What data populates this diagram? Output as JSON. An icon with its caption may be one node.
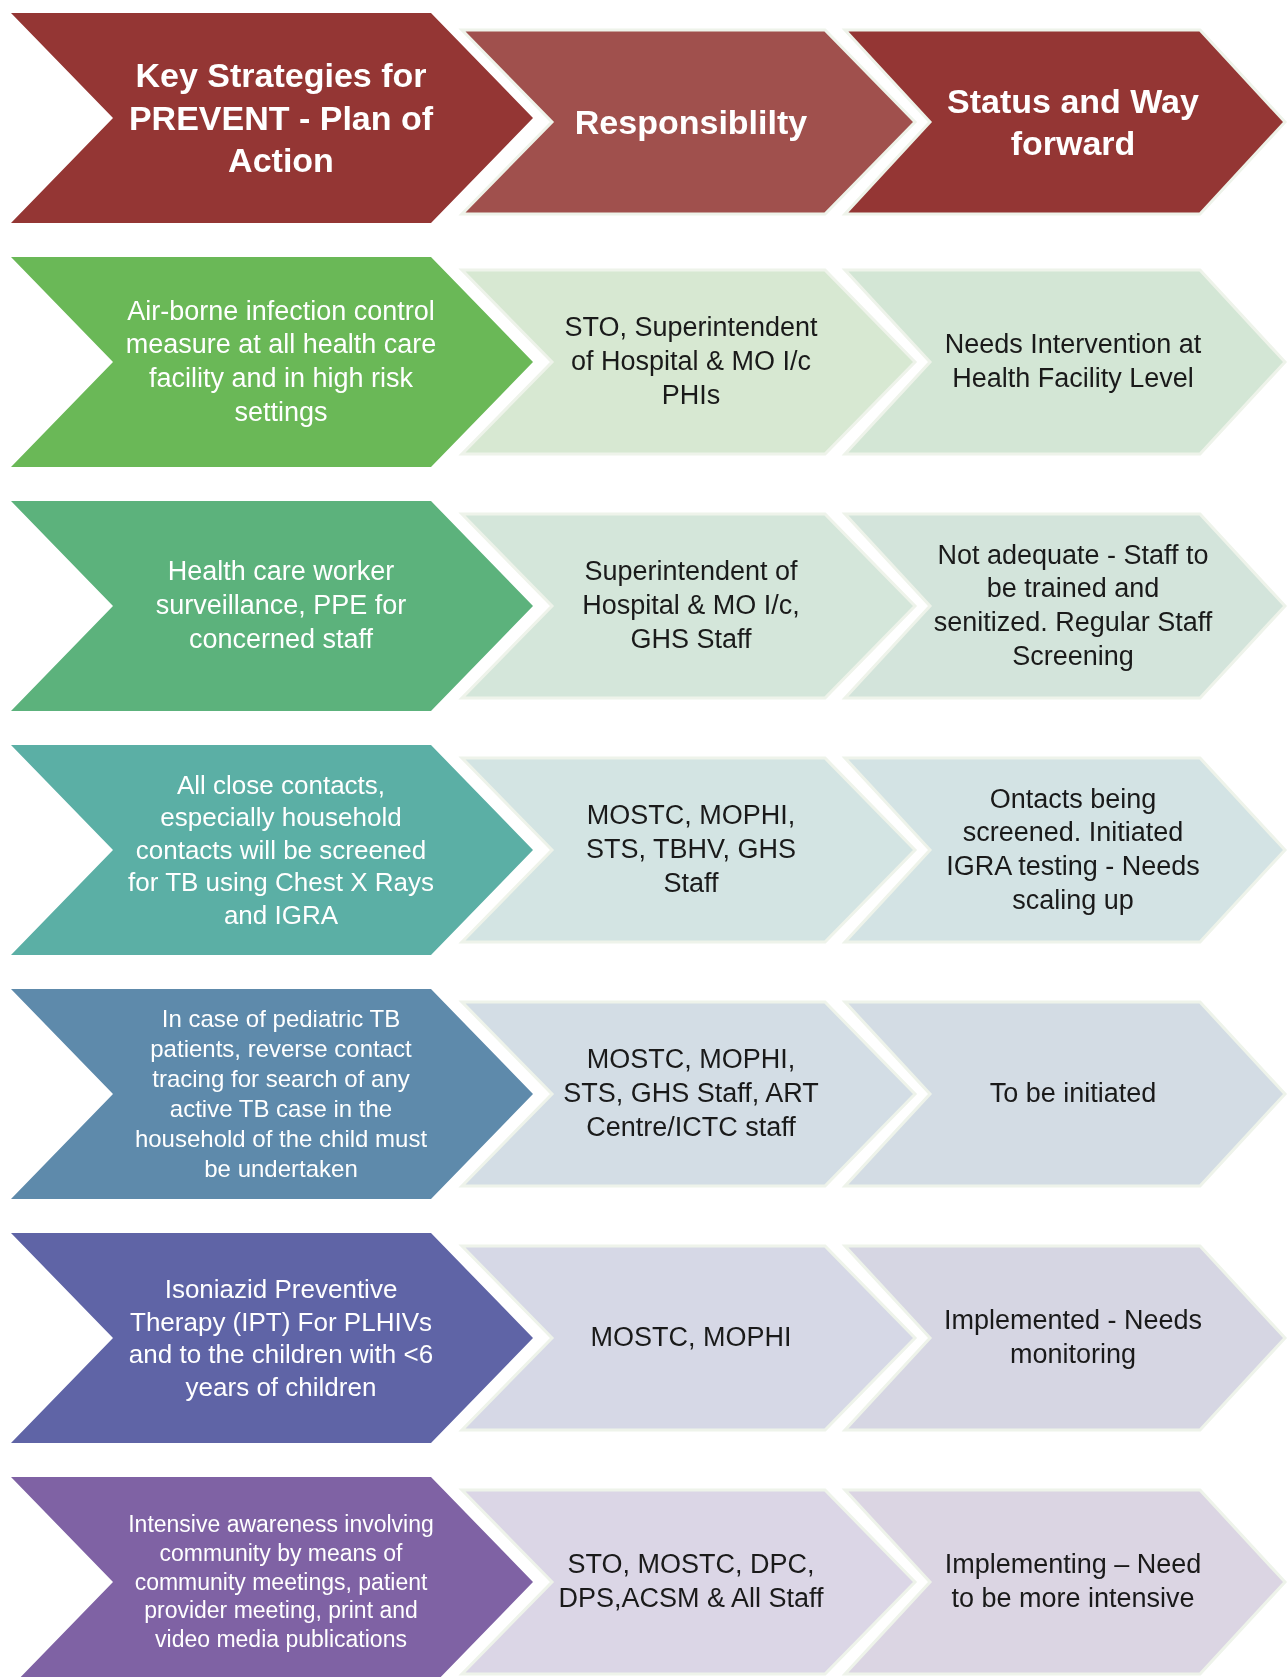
{
  "diagram": {
    "nodes": [
      {
        "text": [
          "Key Strategies for PREVENT - Plan of Action"
        ]
      },
      {
        "text": [
          "Responsiblilty"
        ]
      },
      {
        "text": [
          "Status and Way forward"
        ]
      },
      {
        "text": [
          "Air-borne infection control measure at all health care facility and in high risk settings"
        ]
      },
      {
        "text": [
          "STO, Superintendent of Hospital & MO I/c PHIs"
        ]
      },
      {
        "text": [
          "Needs Intervention at Health Facility Level"
        ]
      },
      {
        "text": [
          "Health care worker surveillance, PPE for concerned staff"
        ]
      },
      {
        "text": [
          "Superintendent of Hospital & MO I/c, GHS Staff"
        ]
      },
      {
        "text": [
          "Not adequate - Staff to be trained and senitized. Regular Staff Screening"
        ]
      },
      {
        "text": [
          "All close contacts, especially household contacts will be screened for TB using Chest X Rays and IGRA"
        ]
      },
      {
        "text": [
          "MOSTC, MOPHI, STS, TBHV, GHS Staff"
        ]
      },
      {
        "text": [
          "Ontacts being screened. Initiated IGRA testing - Needs scaling up"
        ]
      },
      {
        "text": [
          "In case of pediatric TB patients, reverse contact tracing for search of any active TB case in the household of the child must be undertaken"
        ]
      },
      {
        "text": [
          "MOSTC, MOPHI, STS, GHS Staff, ART Centre/ICTC staff"
        ]
      },
      {
        "text": [
          "To be initiated"
        ]
      },
      {
        "text": [
          "Isoniazid Preventive Therapy (IPT) For PLHIVs and to the children with <6 years of children"
        ]
      },
      {
        "text": [
          "MOSTC, MOPHI"
        ]
      },
      {
        "text": [
          "Implemented - Needs monitoring"
        ]
      },
      {
        "text": [
          "Intensive awareness involving community by means of community meetings, patient provider meeting, print and video media publications"
        ]
      },
      {
        "text": [
          "STO, MOSTC, DPC, DPS,ACSM & All Staff"
        ]
      },
      {
        "text": [
          "Implementing – Need to be more intensive"
        ]
      }
    ]
  }
}
